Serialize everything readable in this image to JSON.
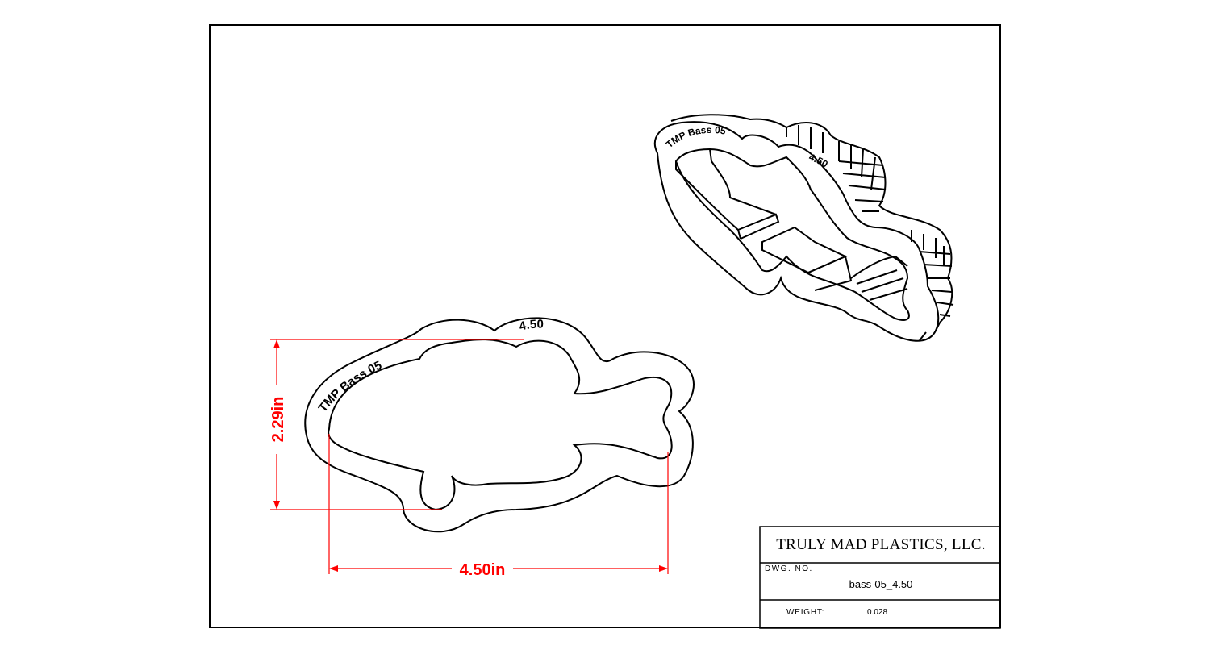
{
  "title_block": {
    "company": "TRULY MAD PLASTICS, LLC.",
    "dwg_no_label": "DWG.  NO.",
    "dwg_no_value": "bass-05_4.50",
    "weight_label": "WEIGHT:",
    "weight_value": "0.028"
  },
  "dimensions": {
    "height": "2.29in",
    "width": "4.50in"
  },
  "part_engraving": {
    "name": "TMP Bass 05",
    "size": "4.50"
  },
  "colors": {
    "dimension": "#ff0000",
    "line": "#000000"
  }
}
